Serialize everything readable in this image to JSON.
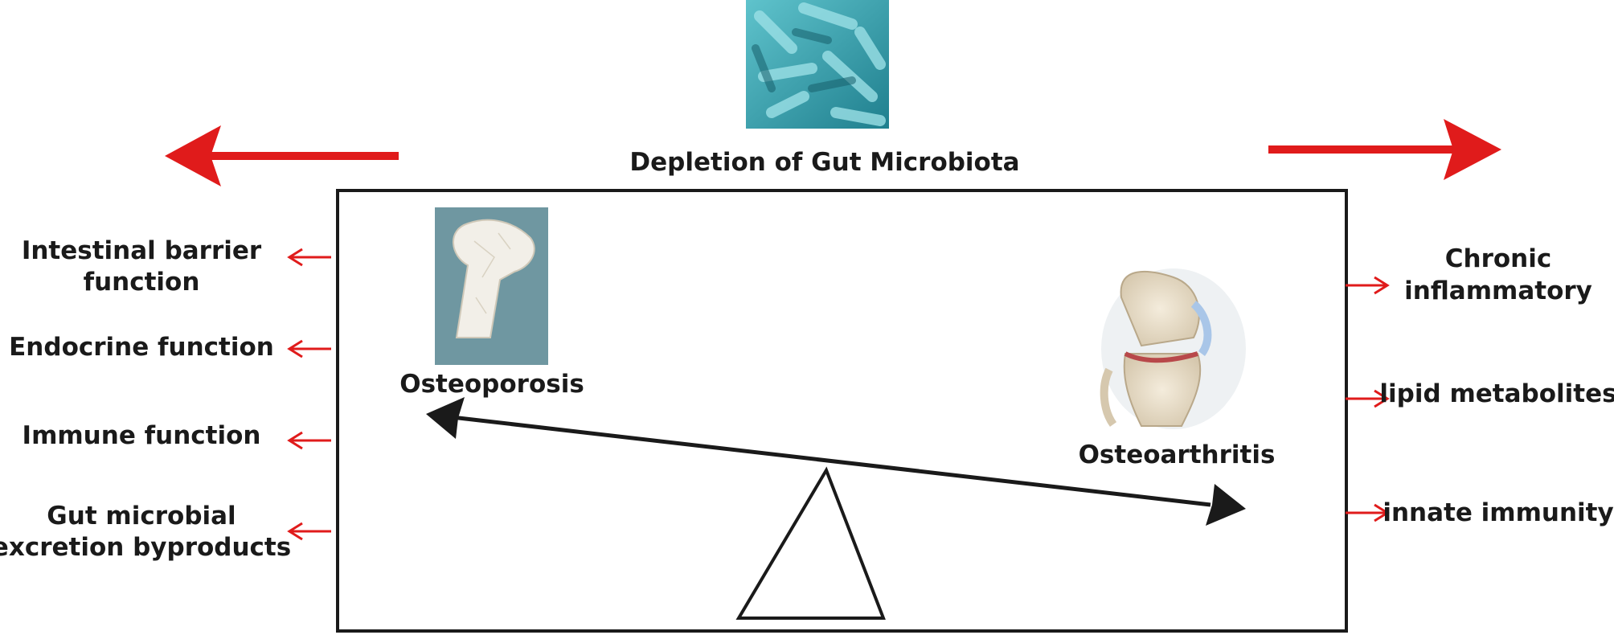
{
  "title": "Depletion of Gut Microbiota",
  "left_effects": [
    "Intestinal barrier\nfunction",
    "Endocrine function",
    "Immune function",
    "Gut microbial\nexcretion byproducts"
  ],
  "right_effects": [
    "Chronic\ninflammatory",
    "lipid metabolites",
    "innate immunity"
  ],
  "balance": {
    "left_label": "Osteoporosis",
    "right_label": "Osteoarthritis"
  },
  "colors": {
    "arrow_red": "#e01b1b",
    "bacteria": "#3aa6b2",
    "bone_bg": "#6f97a1",
    "text": "#1a1a1a"
  },
  "icons": [
    "bacteria-image",
    "femur-bone-image",
    "knee-joint-image",
    "seesaw-icon"
  ]
}
